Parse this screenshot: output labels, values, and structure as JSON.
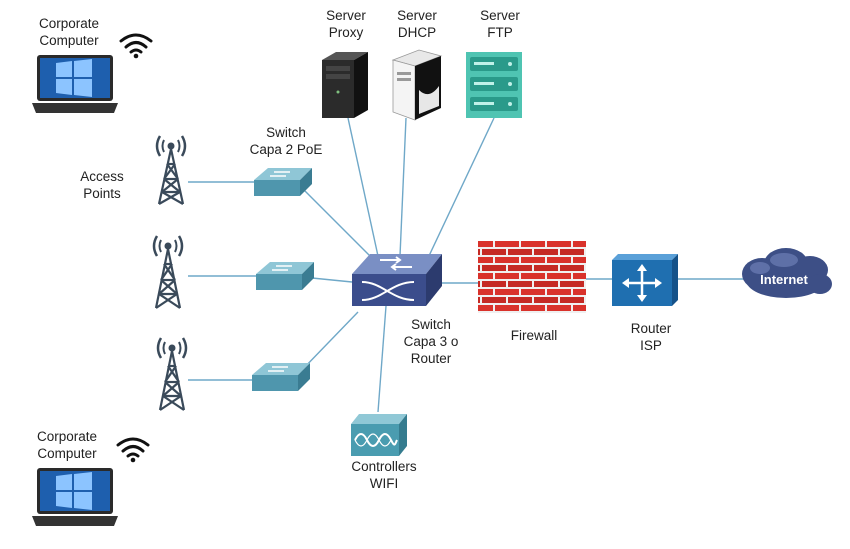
{
  "labels": {
    "corporate_top": [
      "Corporate",
      "Computer"
    ],
    "corporate_bottom": [
      "Corporate",
      "Computer"
    ],
    "server_proxy": [
      "Server",
      "Proxy"
    ],
    "server_dhcp": [
      "Server",
      "DHCP"
    ],
    "server_ftp": [
      "Server",
      "FTP"
    ],
    "switch_l2": [
      "Switch",
      "Capa 2 PoE"
    ],
    "access_points": [
      "Access",
      "Points"
    ],
    "switch_l3": [
      "Switch",
      "Capa 3 o",
      "Router"
    ],
    "firewall": "Firewall",
    "router_isp": [
      "Router",
      "ISP"
    ],
    "internet": "Internet",
    "controllers": [
      "Controllers",
      "WIFI"
    ]
  },
  "colors": {
    "link": "#6fa8c8",
    "switch_l2": "#4f96ad",
    "switch_l3": "#3b4d8c",
    "firewall": "#d9322b",
    "router": "#1f6fb0",
    "cloud": "#3d4f86",
    "ftp_server": "#4fc4b2",
    "controller": "#4a9cb0"
  },
  "icons": [
    "laptop-icon",
    "wifi-icon",
    "tower-icon",
    "server-icon",
    "switch-icon",
    "firewall-icon",
    "router-icon",
    "cloud-icon",
    "controller-icon"
  ]
}
